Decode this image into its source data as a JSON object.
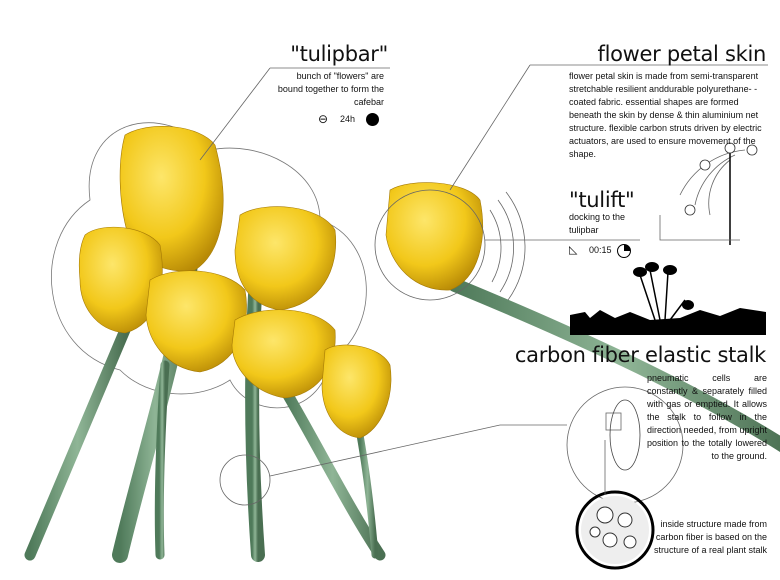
{
  "tulipbar": {
    "title": "\"tulipbar\"",
    "text": "bunch of \"flowers\" are bound together to form the cafebar",
    "time": "24h"
  },
  "petal": {
    "title": "flower petal skin",
    "text": "flower petal skin is made from semi-transparent stretchable resilient anddurable  polyurethane- -coated fabric. essential shapes are formed beneath the skin by dense & thin aluminium net structure. flexible carbon struts driven by electric actuators, are used to ensure movement of the shape."
  },
  "tulift": {
    "title": "\"tulift\"",
    "text": "docking to the tulipbar",
    "time": "00:15"
  },
  "stalk": {
    "title": "carbon fiber elastic stalk",
    "text": "pneumatic cells are constantly & separately filled with gas or emptied. It allows the stalk to follow in the direction needed, from upright position to the totally lowered to the ground.",
    "structure": "inside structure made from carbon fiber is based on the structure of a real plant stalk"
  },
  "colors": {
    "petal": "#f2c81a",
    "stalk": "#6f9a78"
  }
}
